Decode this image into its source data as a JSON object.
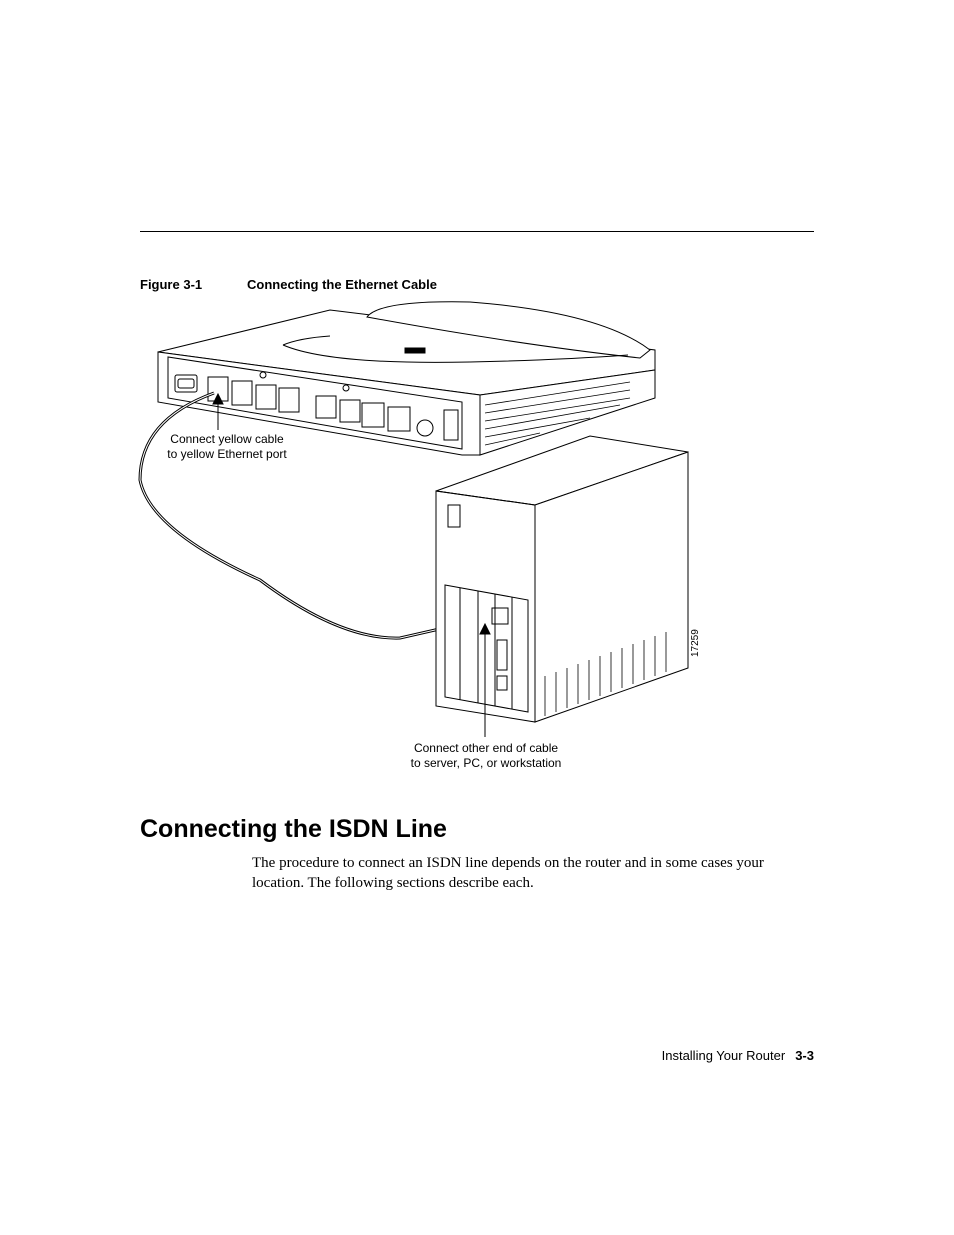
{
  "figure": {
    "number": "Figure 3-1",
    "title": "Connecting the Ethernet Cable",
    "callout_router": [
      "Connect yellow cable",
      "to yellow Ethernet port"
    ],
    "callout_pc": [
      "Connect other end of cable",
      "to server, PC, or workstation"
    ],
    "figure_id": "17259"
  },
  "section": {
    "heading": "Connecting the ISDN Line",
    "body": "The procedure to connect an ISDN line depends on the router and in some cases your location. The following sections describe each."
  },
  "footer": {
    "chapter": "Installing Your Router",
    "page": "3-3"
  }
}
